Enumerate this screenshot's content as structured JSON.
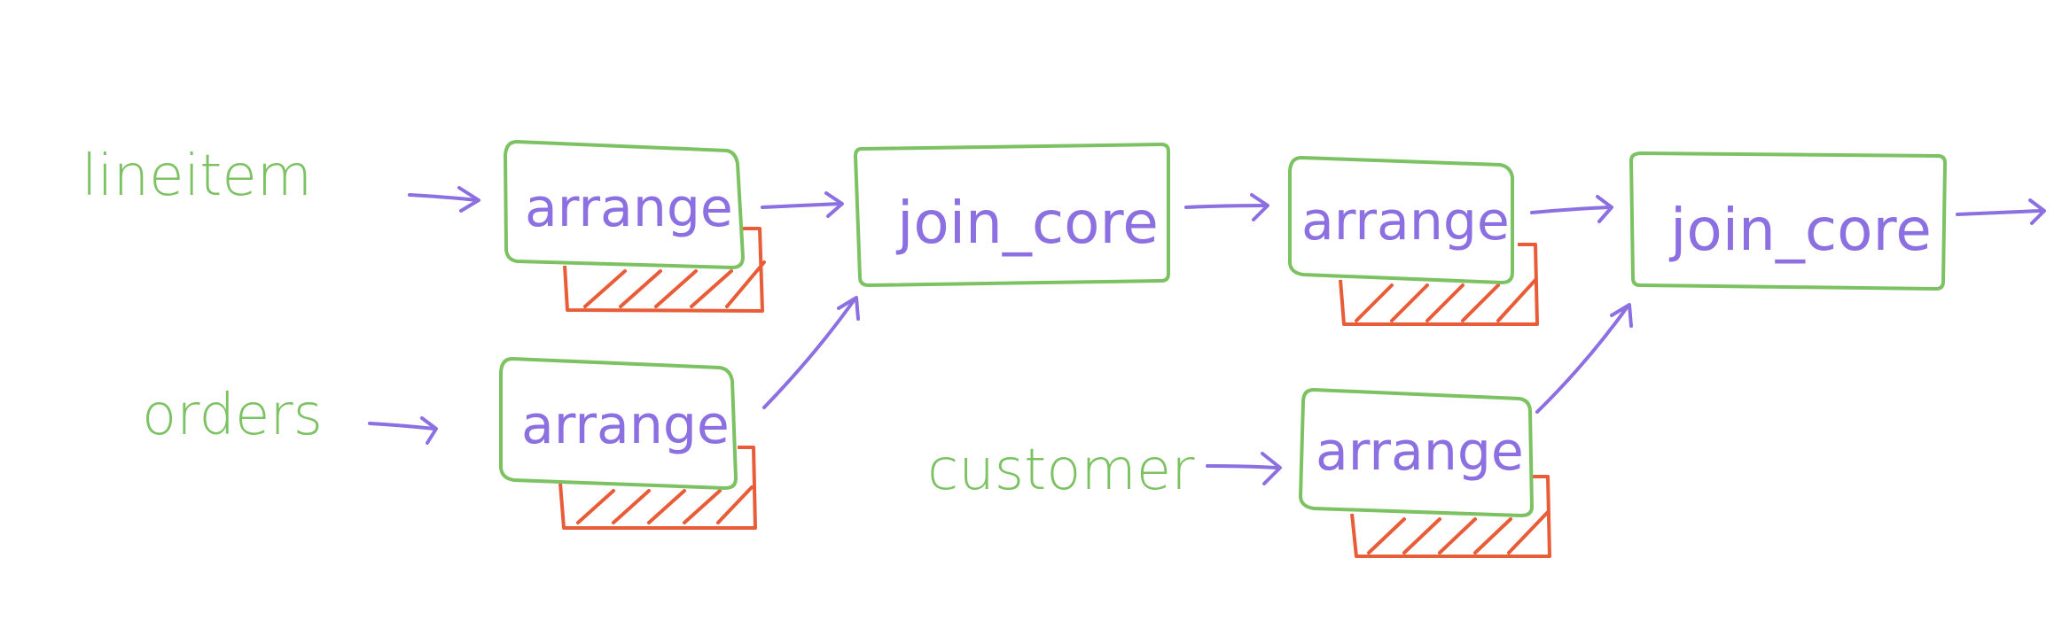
{
  "inputs": {
    "lineitem": "lineitem",
    "orders": "orders",
    "customer": "customer"
  },
  "nodes": {
    "arrange_lineitem": "arrange",
    "arrange_orders": "arrange",
    "join_core_1": "join_core",
    "arrange_join": "arrange",
    "arrange_customer": "arrange",
    "join_core_2": "join_core"
  },
  "colors": {
    "input_text": "#7CC263",
    "box_stroke": "#7CC263",
    "node_text": "#8C6FE0",
    "arrow": "#8C6FE0",
    "arrangement_buffer": "#E85C38"
  }
}
